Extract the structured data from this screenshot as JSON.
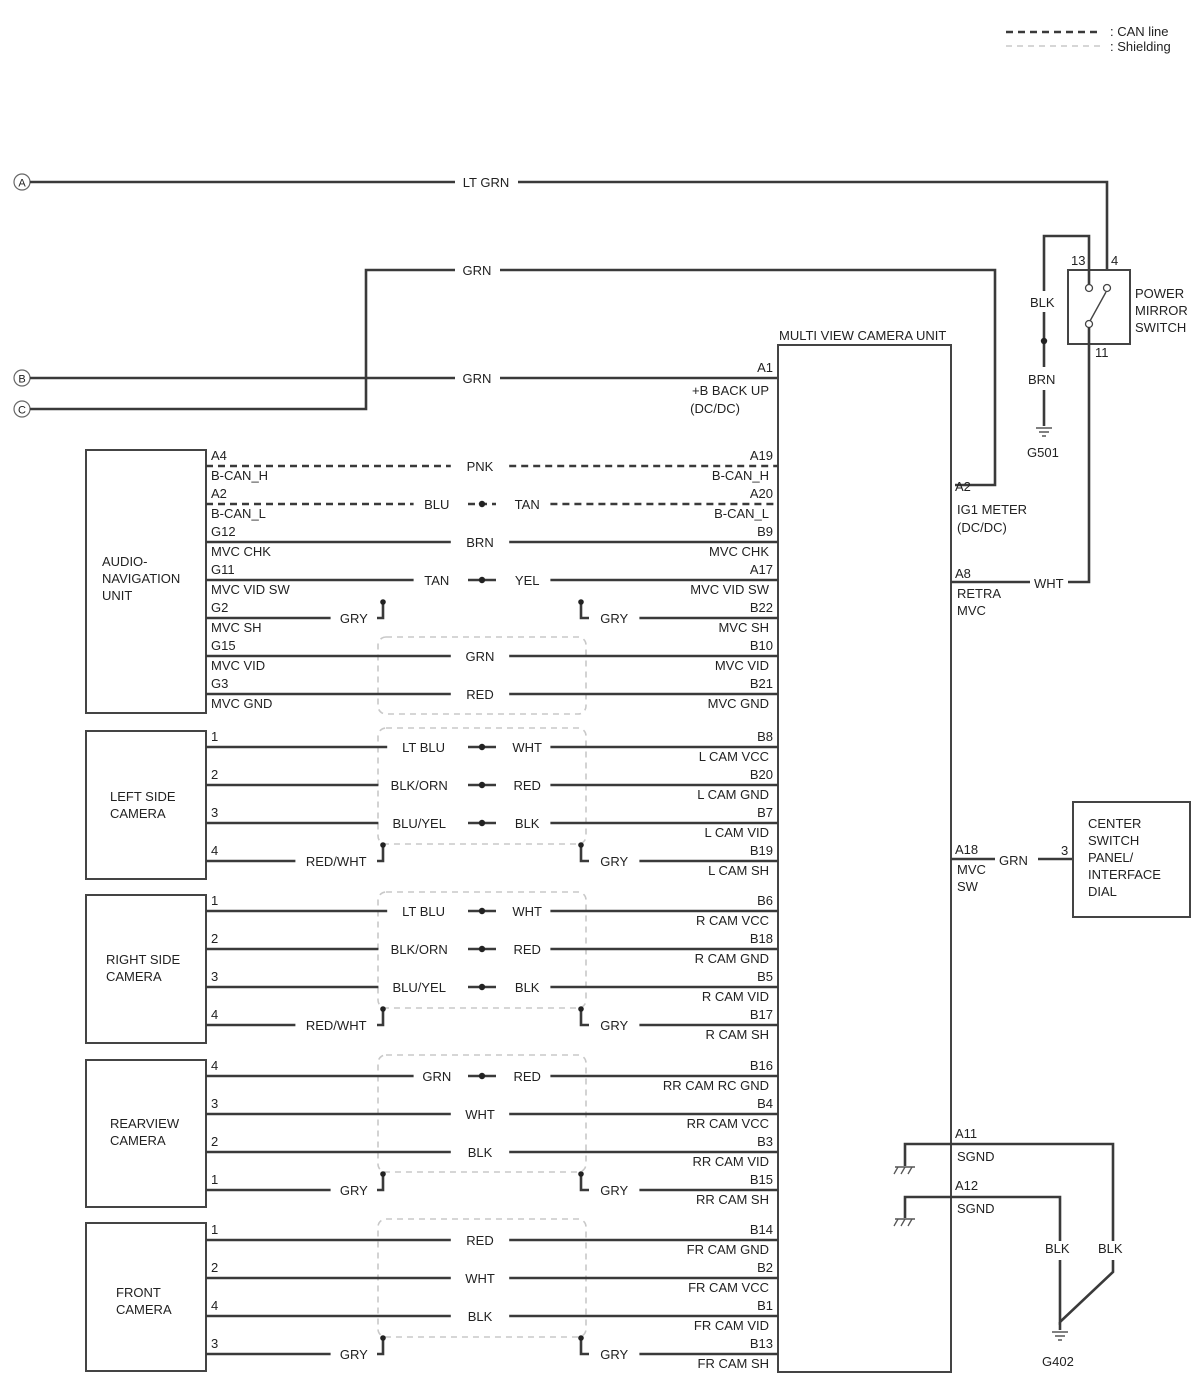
{
  "legend": {
    "can_line": ": CAN line",
    "shielding": ": Shielding"
  },
  "connectors": [
    "A",
    "B",
    "C"
  ],
  "components": {
    "mvcu": "MULTI VIEW CAMERA UNIT",
    "audio": [
      "AUDIO-",
      "NAVIGATION",
      "UNIT"
    ],
    "left_cam": [
      "LEFT SIDE",
      "CAMERA"
    ],
    "right_cam": [
      "RIGHT SIDE",
      "CAMERA"
    ],
    "rear_cam": [
      "REARVIEW",
      "CAMERA"
    ],
    "front_cam": [
      "FRONT",
      "CAMERA"
    ],
    "mirror_switch": [
      "POWER",
      "MIRROR",
      "SWITCH"
    ],
    "center_panel": [
      "CENTER",
      "SWITCH",
      "PANEL/",
      "INTERFACE",
      "DIAL"
    ]
  },
  "top_wires": {
    "a_color": "LT GRN",
    "c_color": "GRN",
    "b_color": "GRN",
    "a1_pin": "A1",
    "a1_label": "+B BACK UP",
    "a1_label2": "(DC/DC)"
  },
  "mirror": {
    "pin13": "13",
    "pin4": "4",
    "pin11": "11",
    "wire1": "BLK",
    "wire2": "BRN",
    "ground": "G501"
  },
  "right_side": {
    "a2_pin": "A2",
    "a2_label": "IG1 METER",
    "a2_label2": "(DC/DC)",
    "a8_pin": "A8",
    "a8_label": "RETRA",
    "a8_label2": "MVC",
    "a8_wire": "WHT",
    "a18_pin": "A18",
    "a18_label": "MVC",
    "a18_label2": "SW",
    "a18_wire": "GRN",
    "panel_pin": "3",
    "a11_pin": "A11",
    "a11_label": "SGND",
    "a12_pin": "A12",
    "a12_label": "SGND",
    "gnd_wire1": "BLK",
    "gnd_wire2": "BLK",
    "ground": "G402"
  },
  "audio_rows": [
    {
      "lpin": "A4",
      "lname": "B-CAN_H",
      "c1": "PNK",
      "c2": "",
      "rpin": "A19",
      "rname": "B-CAN_H",
      "kind": "can"
    },
    {
      "lpin": "A2",
      "lname": "B-CAN_L",
      "c1": "BLU",
      "c2": "TAN",
      "rpin": "A20",
      "rname": "B-CAN_L",
      "kind": "can"
    },
    {
      "lpin": "G12",
      "lname": "MVC CHK",
      "c1": "BRN",
      "c2": "",
      "rpin": "B9",
      "rname": "MVC CHK",
      "kind": "wire"
    },
    {
      "lpin": "G11",
      "lname": "MVC VID SW",
      "c1": "TAN",
      "c2": "YEL",
      "rpin": "A17",
      "rname": "MVC VID SW",
      "kind": "wire"
    },
    {
      "lpin": "G2",
      "lname": "MVC SH",
      "c1": "GRY",
      "c2": "GRY",
      "rpin": "B22",
      "rname": "MVC SH",
      "kind": "sh"
    },
    {
      "lpin": "G15",
      "lname": "MVC VID",
      "c1": "GRN",
      "c2": "",
      "rpin": "B10",
      "rname": "MVC VID",
      "kind": "wire"
    },
    {
      "lpin": "G3",
      "lname": "MVC GND",
      "c1": "RED",
      "c2": "",
      "rpin": "B21",
      "rname": "MVC GND",
      "kind": "wire"
    }
  ],
  "left_rows": [
    {
      "lpin": "1",
      "c1": "LT BLU",
      "c2": "WHT",
      "rpin": "B8",
      "rname": "L CAM VCC",
      "kind": "wire"
    },
    {
      "lpin": "2",
      "c1": "BLK/ORN",
      "c2": "RED",
      "rpin": "B20",
      "rname": "L CAM GND",
      "kind": "wire"
    },
    {
      "lpin": "3",
      "c1": "BLU/YEL",
      "c2": "BLK",
      "rpin": "B7",
      "rname": "L CAM VID",
      "kind": "wire"
    },
    {
      "lpin": "4",
      "c1": "RED/WHT",
      "c2": "GRY",
      "rpin": "B19",
      "rname": "L CAM SH",
      "kind": "sh"
    }
  ],
  "right_rows": [
    {
      "lpin": "1",
      "c1": "LT BLU",
      "c2": "WHT",
      "rpin": "B6",
      "rname": "R CAM VCC",
      "kind": "wire"
    },
    {
      "lpin": "2",
      "c1": "BLK/ORN",
      "c2": "RED",
      "rpin": "B18",
      "rname": "R CAM GND",
      "kind": "wire"
    },
    {
      "lpin": "3",
      "c1": "BLU/YEL",
      "c2": "BLK",
      "rpin": "B5",
      "rname": "R CAM VID",
      "kind": "wire"
    },
    {
      "lpin": "4",
      "c1": "RED/WHT",
      "c2": "GRY",
      "rpin": "B17",
      "rname": "R CAM SH",
      "kind": "sh"
    }
  ],
  "rear_rows": [
    {
      "lpin": "4",
      "c1": "GRN",
      "c2": "RED",
      "rpin": "B16",
      "rname": "RR CAM RC GND",
      "kind": "wire"
    },
    {
      "lpin": "3",
      "c1": "WHT",
      "c2": "",
      "rpin": "B4",
      "rname": "RR CAM VCC",
      "kind": "wire"
    },
    {
      "lpin": "2",
      "c1": "BLK",
      "c2": "",
      "rpin": "B3",
      "rname": "RR CAM VID",
      "kind": "wire"
    },
    {
      "lpin": "1",
      "c1": "GRY",
      "c2": "GRY",
      "rpin": "B15",
      "rname": "RR CAM SH",
      "kind": "sh"
    }
  ],
  "front_rows": [
    {
      "lpin": "1",
      "c1": "RED",
      "c2": "",
      "rpin": "B14",
      "rname": "FR CAM GND",
      "kind": "wire"
    },
    {
      "lpin": "2",
      "c1": "WHT",
      "c2": "",
      "rpin": "B2",
      "rname": "FR CAM VCC",
      "kind": "wire"
    },
    {
      "lpin": "4",
      "c1": "BLK",
      "c2": "",
      "rpin": "B1",
      "rname": "FR CAM VID",
      "kind": "wire"
    },
    {
      "lpin": "3",
      "c1": "GRY",
      "c2": "GRY",
      "rpin": "B13",
      "rname": "FR CAM SH",
      "kind": "sh"
    }
  ]
}
